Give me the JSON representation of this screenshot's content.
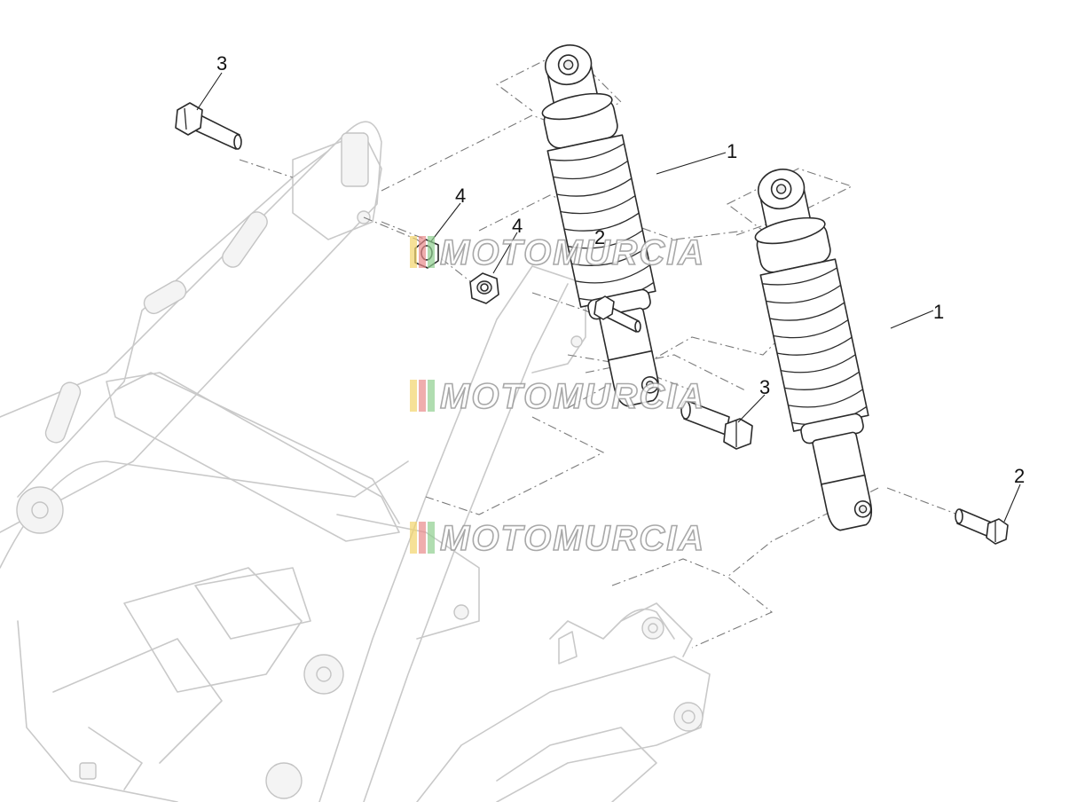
{
  "diagram": {
    "callouts": [
      {
        "id": "shock-left",
        "label": "1"
      },
      {
        "id": "shock-right",
        "label": "1"
      },
      {
        "id": "bolt-right-lower",
        "label": "2"
      },
      {
        "id": "bolt-top-left",
        "label": "3"
      },
      {
        "id": "bolt-mid",
        "label": "3"
      },
      {
        "id": "nut-a",
        "label": "4"
      },
      {
        "id": "nut-b",
        "label": "4"
      },
      {
        "id": "bolt-small-hidden",
        "label": "2"
      }
    ],
    "watermark": {
      "text": "MOTOMURCIA",
      "stripe_colors": [
        "#f2d46b",
        "#e88a8a",
        "#8fcf8f"
      ]
    }
  }
}
